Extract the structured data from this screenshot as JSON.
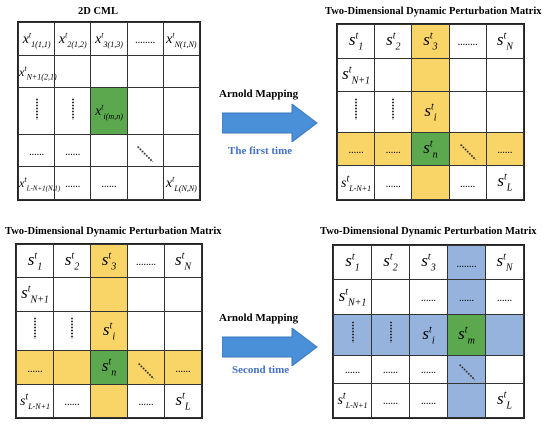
{
  "top_left": {
    "title": "2D CML",
    "cells": {
      "r1c1": "x",
      "r1c1_sup": "t",
      "r1c1_sub": "1(1,1)",
      "r1c2": "x",
      "r1c2_sup": "t",
      "r1c2_sub": "2(1,2)",
      "r1c3": "x",
      "r1c3_sup": "t",
      "r1c3_sub": "3(1,3)",
      "r1c4": "........",
      "r1c5": "x",
      "r1c5_sup": "t",
      "r1c5_sub": "N(1,N)",
      "r2c1": "x",
      "r2c1_sup": "t",
      "r2c1_sub": "N+1(2,1)",
      "r3c3": "x",
      "r3c3_sup": "t",
      "r3c3_sub": "i(m,n)",
      "r4c1": "......",
      "r4c2": "......",
      "r5c1": "x",
      "r5c1_sup": "t",
      "r5c1_sub": "L-N+1(N,1)",
      "r5c2": "......",
      "r5c3": "......",
      "r5c5": "x",
      "r5c5_sup": "t",
      "r5c5_sub": "L(N,N)"
    }
  },
  "top_right": {
    "title": "Two-Dimensional Dynamic Perturbation Matrix",
    "cells": {
      "r1c1": "s",
      "r1c1_sup": "t",
      "r1c1_sub": "1",
      "r1c2": "s",
      "r1c2_sup": "t",
      "r1c2_sub": "2",
      "r1c3": "s",
      "r1c3_sup": "t",
      "r1c3_sub": "3",
      "r1c4": "........",
      "r1c5": "s",
      "r1c5_sup": "t",
      "r1c5_sub": "N",
      "r2c1": "s",
      "r2c1_sup": "t",
      "r2c1_sub": "N+1",
      "r3c3": "s",
      "r3c3_sup": "t",
      "r3c3_sub": "i",
      "r4c1": "......",
      "r4c2": "......",
      "r4c3": "s",
      "r4c3_sup": "t",
      "r4c3_sub": "n",
      "r4c5": "......",
      "r5c1": "s",
      "r5c1_sup": "t",
      "r5c1_sub": "L-N+1",
      "r5c2": "......",
      "r5c4": "......",
      "r5c5": "s",
      "r5c5_sup": "t",
      "r5c5_sub": "L"
    }
  },
  "bottom_left": {
    "title": "Two-Dimensional Dynamic Perturbation Matrix",
    "cells": {
      "r1c1": "s",
      "r1c1_sup": "t",
      "r1c1_sub": "1",
      "r1c2": "s",
      "r1c2_sup": "t",
      "r1c2_sub": "2",
      "r1c3": "s",
      "r1c3_sup": "t",
      "r1c3_sub": "3",
      "r1c4": "........",
      "r1c5": "s",
      "r1c5_sup": "t",
      "r1c5_sub": "N",
      "r2c1": "s",
      "r2c1_sup": "t",
      "r2c1_sub": "N+1",
      "r3c3": "s",
      "r3c3_sup": "t",
      "r3c3_sub": "i",
      "r4c1": "......",
      "r4c3": "s",
      "r4c3_sup": "t",
      "r4c3_sub": "n",
      "r4c5": "......",
      "r5c1": "s",
      "r5c1_sup": "t",
      "r5c1_sub": "L-N+1",
      "r5c2": "......",
      "r5c4": "......",
      "r5c5": "s",
      "r5c5_sup": "t",
      "r5c5_sub": "L"
    }
  },
  "bottom_right": {
    "title": "Two-Dimensional Dynamic Perturbation Matrix",
    "cells": {
      "r1c1": "s",
      "r1c1_sup": "t",
      "r1c1_sub": "1",
      "r1c2": "s",
      "r1c2_sup": "t",
      "r1c2_sub": "2",
      "r1c3": "s",
      "r1c3_sup": "t",
      "r1c3_sub": "3",
      "r1c4": "........",
      "r1c5": "s",
      "r1c5_sup": "t",
      "r1c5_sub": "N",
      "r2c1": "s",
      "r2c1_sup": "t",
      "r2c1_sub": "N+1",
      "r2c3": "......",
      "r2c4": "......",
      "r2c5": "......",
      "r3c3": "s",
      "r3c3_sup": "t",
      "r3c3_sub": "i",
      "r3c4": "s",
      "r3c4_sup": "t",
      "r3c4_sub": "m",
      "r4c1": "......",
      "r4c2": "......",
      "r4c3": "......",
      "r5c1": "s",
      "r5c1_sup": "t",
      "r5c1_sub": "L-N+1",
      "r5c2": "......",
      "r5c3": "......",
      "r5c5": "s",
      "r5c5_sup": "t",
      "r5c5_sub": "L"
    }
  },
  "arrow1": {
    "label": "Arnold Mapping",
    "sublabel": "The first time"
  },
  "arrow2": {
    "label": "Arnold Mapping",
    "sublabel": "Second time"
  },
  "colors": {
    "yellow": "#f9d466",
    "green": "#5ba84e",
    "blue": "#95b3dc",
    "arrow": "#4a90d9",
    "arrow_text": "#4472c4"
  }
}
